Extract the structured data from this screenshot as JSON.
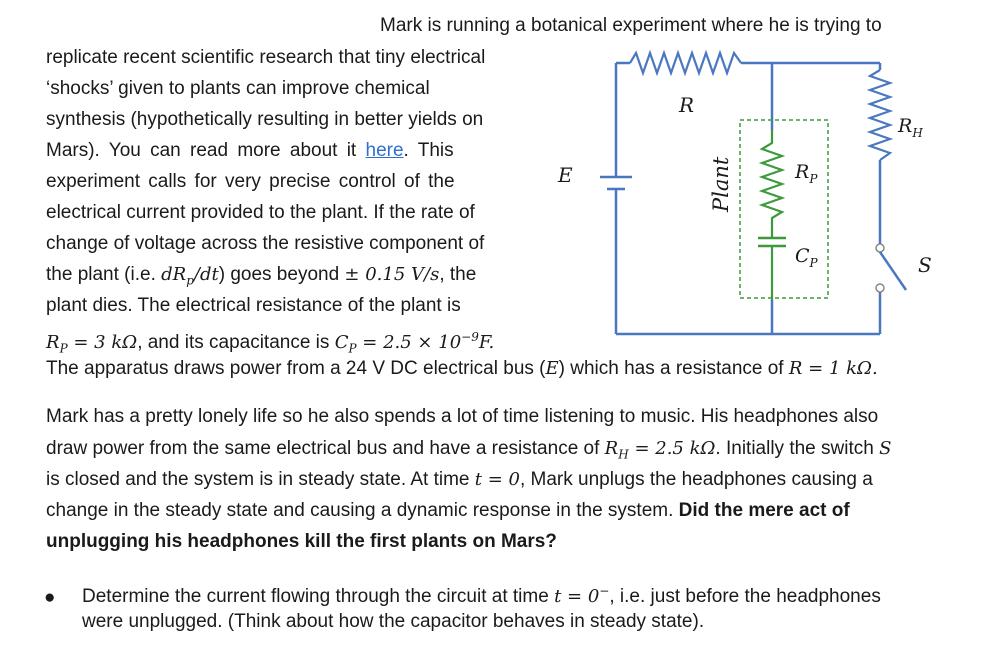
{
  "para1": {
    "line1": "Mark is running a botanical experiment where he is trying to",
    "line2": "replicate recent scientific research that tiny electrical",
    "line3": "‘shocks’ given to plants can improve chemical",
    "line4": "synthesis (hypothetically resulting in better yields on",
    "line5_pre": "Mars). You can read more about it",
    "line5_link": "here",
    "line5_post": ". This",
    "line6": "experiment calls for very precise control of the",
    "line7": "electrical current provided to the plant. If the rate of",
    "line8": "change of voltage across the resistive component of",
    "line9_pre": "the plant (i.e.",
    "line9_math1": "dR",
    "line9_math1_sub": "p",
    "line9_math2": "/dt",
    "line9_mid": ") goes beyond",
    "line9_math3": "± 0.15 V/s",
    "line9_post": ", the",
    "line10": "plant dies. The electrical resistance of the plant is",
    "line11_math1": "R",
    "line11_math1_sub": "P",
    "line11_math2": "= 3 kΩ",
    "line11_mid": ", and its capacitance is",
    "line11_math3": "C",
    "line11_math3_sub": "P",
    "line11_math4": "= 2.5 × 10",
    "line11_math4_sup": "−9",
    "line11_math5": "F.",
    "line12_pre": "The apparatus draws power from a 24 V DC electrical bus (",
    "line12_math1": "E",
    "line12_mid": ") which has a resistance of",
    "line12_math2": "R = 1 kΩ."
  },
  "para2": {
    "line1": "Mark has a pretty lonely life so he also spends a lot of time listening to music. His headphones also",
    "line2_pre": "draw power from the same electrical bus and have a resistance of",
    "line2_math1": "R",
    "line2_math1_sub": "H",
    "line2_math2": "= 2.5 kΩ",
    "line2_mid": ". Initially the switch",
    "line2_math3": "S",
    "line3_pre": "is closed and the system is in steady state. At time",
    "line3_math1": "t = 0",
    "line3_post": ", Mark unplugs the headphones causing a",
    "line4_pre": "change in the steady state and causing a dynamic response in the system.",
    "line4_bold": "Did the mere act of",
    "line5_bold": "unplugging his headphones kill the first plants on Mars?"
  },
  "bullet": {
    "symbol": "●",
    "line1_pre": "Determine the current flowing through the circuit at time",
    "line1_math": "t = 0",
    "line1_math_sup": "−",
    "line1_post": ", i.e. just before the headphones",
    "line2": "were unplugged. (Think about how the capacitor behaves in steady state)."
  },
  "circuit": {
    "label_R": "R",
    "label_E": "E",
    "label_RP": "R",
    "label_RP_sub": "P",
    "label_CP": "C",
    "label_CP_sub": "P",
    "label_RH": "R",
    "label_RH_sub": "H",
    "label_S": "S",
    "label_plant": "Plant",
    "wire_color": "#4a78c0",
    "resistor_color": "#4a78c0",
    "plant_color": "#3c9a3c"
  }
}
